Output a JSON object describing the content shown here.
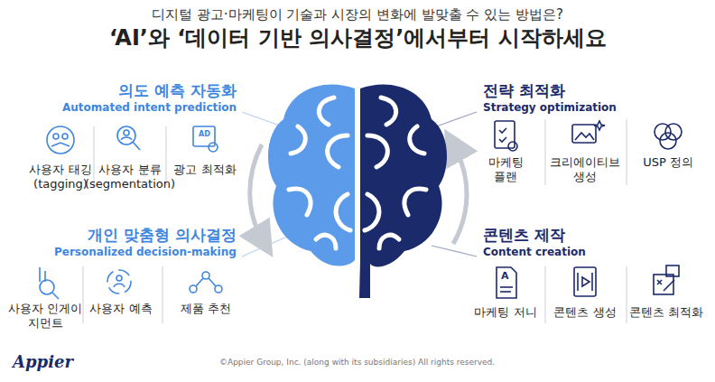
{
  "diagram": {
    "title": "‘AI’와 ‘데이터 기반 의사결정’에서부터 시작하세요",
    "labels": [
      "디지털 광고·마케팅이 기술과 시장의 변화에 발맞출 수 있는 방법은?",
      "의도 예측 자동화",
      "Automated intent prediction",
      "사용자 태깅 (tagging)",
      "사용자 분류 (segmentation)",
      "광고 최적화",
      "개인 맞춤형 의사결정",
      "Personalized decision-making",
      "사용자 인게이지먼트",
      "사용자 예측",
      "제품 추천",
      "전략 최적화",
      "Strategy optimization",
      "마케팅 플랜",
      "크리에이티브 생성",
      "USP 정의",
      "콘텐츠 제작",
      "Content creation",
      "마케팅 저니",
      "콘텐츠 생성",
      "콘텐츠 최적화",
      "Appier",
      "©Appier Group, Inc. (along with its subsidiaries) All rights reserved.",
      "AD",
      "A"
    ]
  }
}
